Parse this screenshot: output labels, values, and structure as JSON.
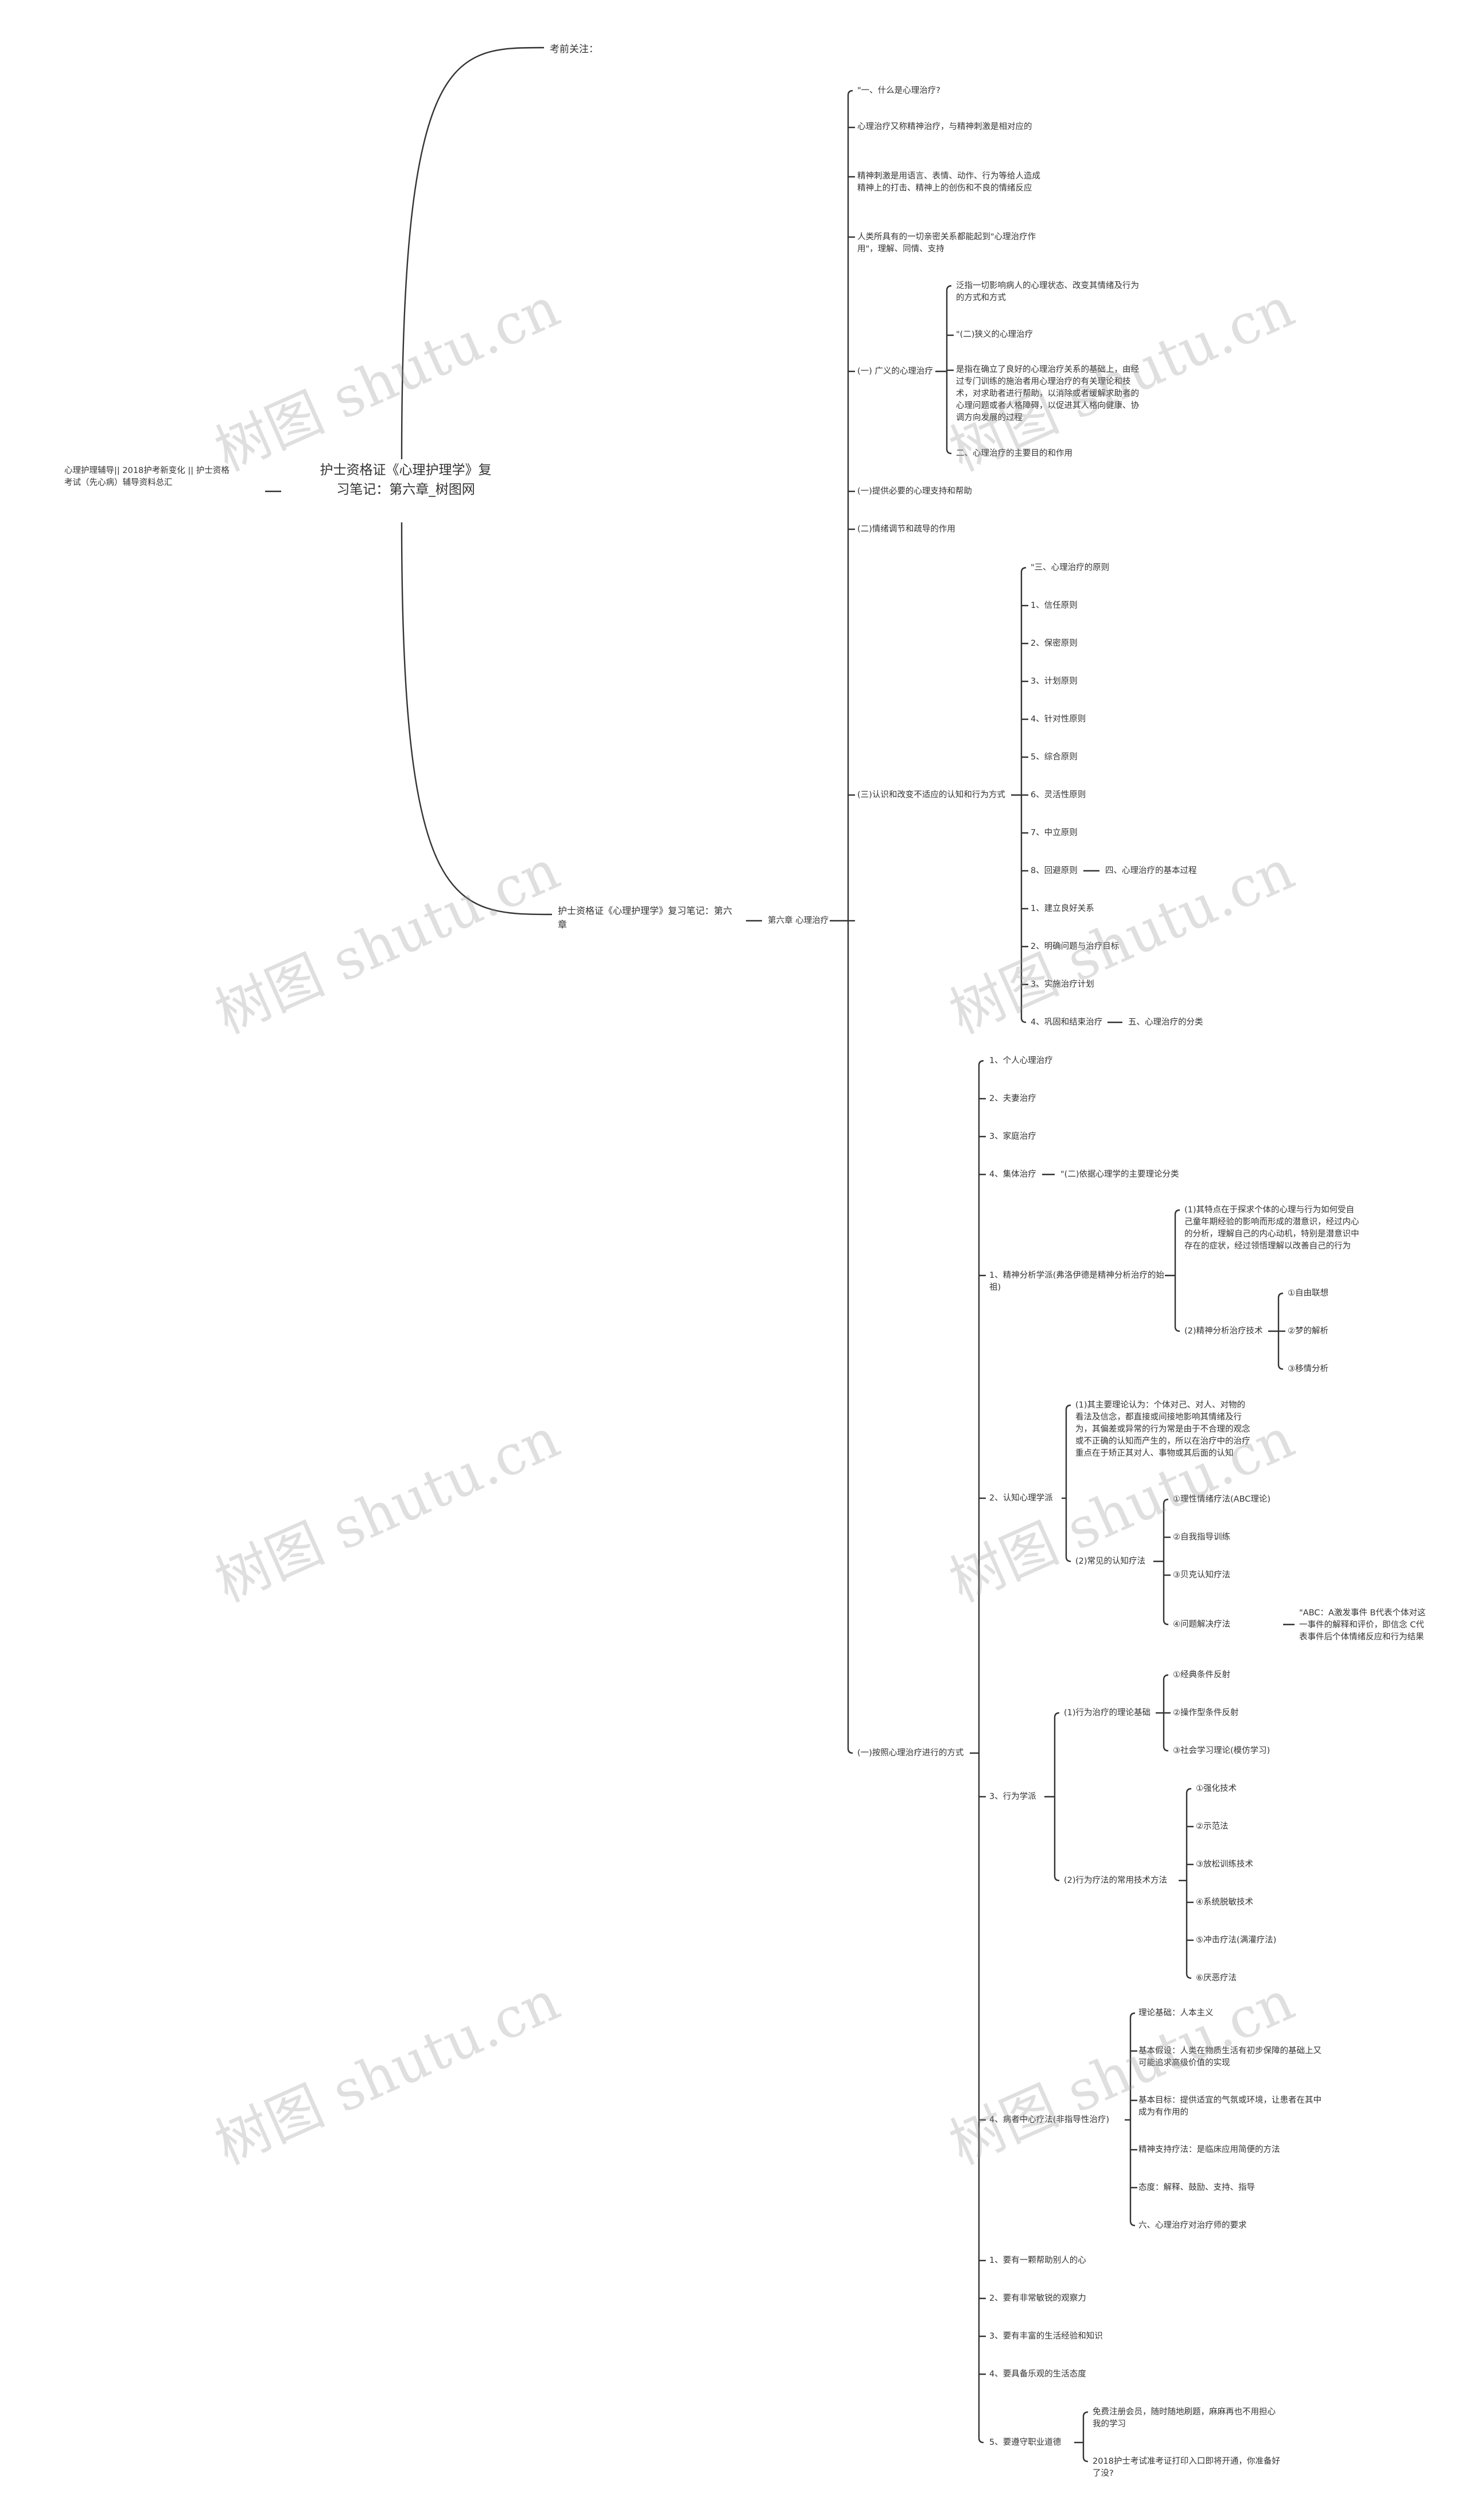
{
  "mindmap": {
    "root": "护士资格证《心理护理学》复习笔记：第六章_树图网",
    "left_node": "心理护理辅导|| 2018护考新变化 || 护士资格考试（先心病）辅导资料总汇",
    "branch_exam": "考前关注：",
    "branch_book": "护士资格证《心理护理学》复习笔记：第六章",
    "chapter": "第六章 心理治疗",
    "q1": "\"一、什么是心理治疗?",
    "q1_def": "心理治疗又称精神治疗，与精神刺激是相对应的",
    "q1_stim": "精神刺激是用语言、表情、动作、行为等给人造成精神上的打击、精神上的创伤和不良的情绪反应",
    "q1_role": "人类所具有的一切亲密关系都能起到\"心理治疗作用\"，理解、同情、支持",
    "broad": {
      "label": "(一) 广义的心理治疗",
      "items": [
        "泛指一切影响病人的心理状态、改变其情绪及行为的方式和方式",
        "\"(二)狭义的心理治疗",
        "是指在确立了良好的心理治疗关系的基础上，由经过专门训练的施治者用心理治疗的有关理论和技术，对求助者进行帮助，以消除或者缓解求助者的心理问题或者人格障碍，以促进其人格向健康、协调方向发展的过程",
        "二、心理治疗的主要目的和作用"
      ]
    },
    "support": "(一)提供必要的心理支持和帮助",
    "emotion": "(二)情绪调节和疏导的作用",
    "cognition": {
      "label": "(三)认识和改变不适应的认知和行为方式",
      "items": [
        "\"三、心理治疗的原则",
        "1、信任原则",
        "2、保密原则",
        "3、计划原则",
        "4、针对性原则",
        "5、综合原则",
        "6、灵活性原则",
        "7、中立原则",
        "8、回避原则",
        "1、建立良好关系",
        "2、明确问题与治疗目标",
        "3、实施治疗计划",
        "4、巩固和结束治疗"
      ],
      "item8_child": "四、心理治疗的基本过程",
      "item13_child": "五、心理治疗的分类"
    },
    "theory": {
      "label": "(一)按照心理治疗进行的方式",
      "simple": [
        "1、个人心理治疗",
        "2、夫妻治疗",
        "3、家庭治疗",
        "4、集体治疗"
      ],
      "group_child": "\"(二)依据心理学的主要理论分类",
      "psycho": {
        "label": "1、精神分析学派(弗洛伊德是精神分析治疗的始祖)",
        "p1": "(1)其特点在于探求个体的心理与行为如何受自己童年期经验的影响而形成的潜意识，经过内心的分析，理解自己的内心动机，特别是潜意识中存在的症状，经过领悟理解以改善自己的行为",
        "p2": "(2)精神分析治疗技术",
        "p2_items": [
          "①自由联想",
          "②梦的解析",
          "③移情分析"
        ]
      },
      "cog": {
        "label": "2、认知心理学派",
        "c1": "(1)其主要理论认为：个体对己、对人、对物的看法及信念，都直接或间接地影响其情绪及行为，其偏差或异常的行为常是由于不合理的观念或不正确的认知而产生的，所以在治疗中的治疗重点在于矫正其对人、事物或其后面的认知",
        "c2": "(2)常见的认知疗法",
        "c2_items": [
          "①理性情绪疗法(ABC理论)",
          "②自我指导训练",
          "③贝克认知疗法",
          "④问题解决疗法"
        ],
        "abc": "\"ABC：A激发事件 B代表个体对这一事件的解释和评价，即信念 C代表事件后个体情绪反应和行为结果"
      },
      "behav": {
        "label": "3、行为学派",
        "b1": "(1)行为治疗的理论基础",
        "b1_items": [
          "①经典条件反射",
          "②操作型条件反射",
          "③社会学习理论(模仿学习)"
        ],
        "b2": "(2)行为疗法的常用技术方法",
        "b2_items": [
          "①强化技术",
          "②示范法",
          "③放松训练技术",
          "④系统脱敏技术",
          "⑤冲击疗法(满灌疗法)",
          "⑥厌恶疗法"
        ]
      },
      "human": {
        "label": "4、病者中心疗法(非指导性治疗)",
        "items": [
          "理论基础：人本主义",
          "基本假设：人类在物质生活有初步保障的基础上又可能追求高级价值的实现",
          "基本目标：提供适宜的气氛或环境，让患者在其中成为有作用的",
          "精神支持疗法：是临床应用简便的方法",
          "态度：解释、鼓励、支持、指导",
          "六、心理治疗对治疗师的要求"
        ]
      },
      "req": [
        "1、要有一颗帮助别人的心",
        "2、要有非常敏锐的观察力",
        "3、要有丰富的生活经验和知识",
        "4、要具备乐观的生活态度",
        "5、要遵守职业道德"
      ],
      "ethic_items": [
        "免费注册会员，随时随地刷题，麻麻再也不用担心我的学习",
        "2018护士考试准考证打印入口即将开通，你准备好了没?"
      ]
    }
  },
  "watermark": "树图 shutu.cn"
}
